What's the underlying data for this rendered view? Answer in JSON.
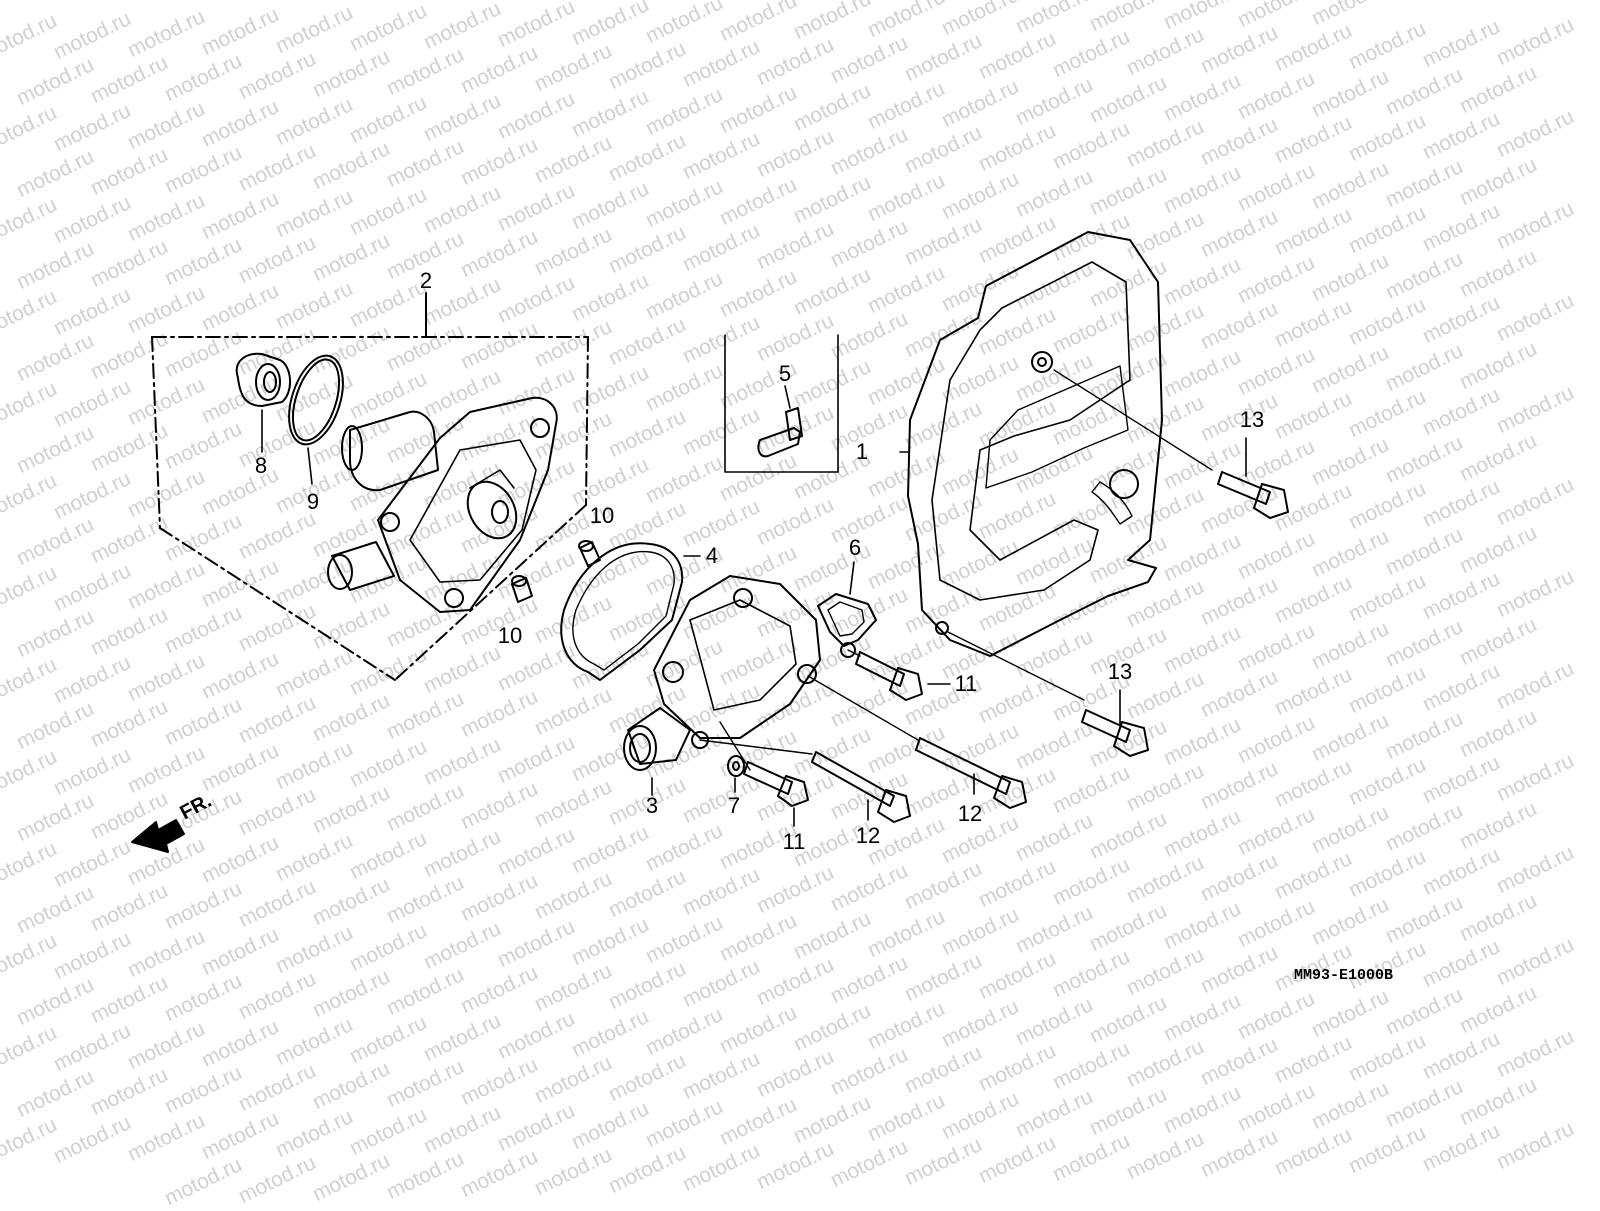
{
  "watermark": "motod.ru",
  "diagram_code": "MM93-E1000B",
  "direction_label": "FR.",
  "callouts": [
    {
      "id": "1",
      "text": "1"
    },
    {
      "id": "2",
      "text": "2"
    },
    {
      "id": "3",
      "text": "3"
    },
    {
      "id": "4",
      "text": "4"
    },
    {
      "id": "5",
      "text": "5"
    },
    {
      "id": "6",
      "text": "6"
    },
    {
      "id": "7",
      "text": "7"
    },
    {
      "id": "8",
      "text": "8"
    },
    {
      "id": "9",
      "text": "9"
    },
    {
      "id": "10a",
      "text": "10"
    },
    {
      "id": "10b",
      "text": "10"
    },
    {
      "id": "11a",
      "text": "11"
    },
    {
      "id": "11b",
      "text": "11"
    },
    {
      "id": "12a",
      "text": "12"
    },
    {
      "id": "12b",
      "text": "12"
    },
    {
      "id": "13a",
      "text": "13"
    },
    {
      "id": "13b",
      "text": "13"
    }
  ]
}
